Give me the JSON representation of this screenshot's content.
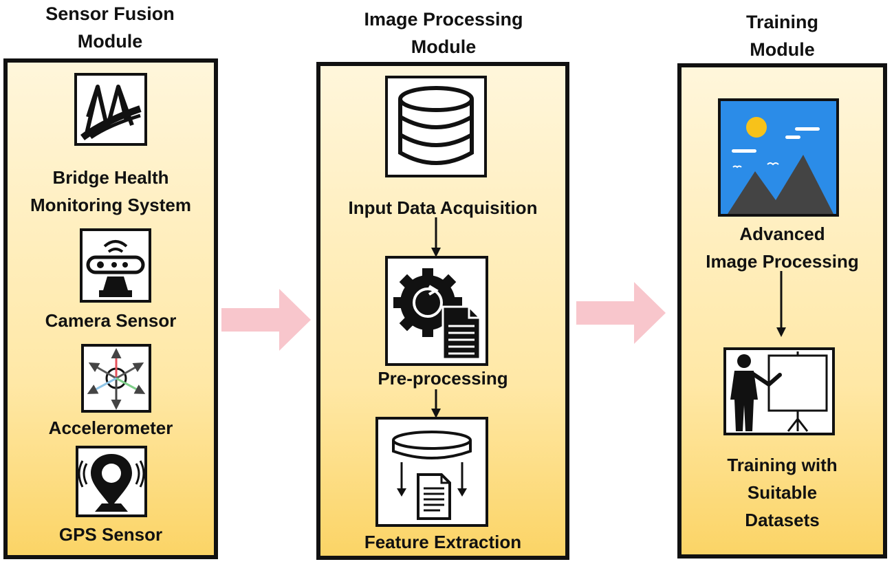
{
  "modules": [
    {
      "title_line1": "Sensor Fusion",
      "title_line2": "Module",
      "items": [
        {
          "label_line1": "Bridge Health",
          "label_line2": "Monitoring System",
          "icon": "bridge-icon"
        },
        {
          "label": "Camera Sensor",
          "icon": "camera-sensor-icon"
        },
        {
          "label": "Accelerometer",
          "icon": "accelerometer-icon"
        },
        {
          "label": "GPS Sensor",
          "icon": "gps-sensor-icon"
        }
      ]
    },
    {
      "title_line1": "Image Processing",
      "title_line2": "Module",
      "items": [
        {
          "label": "Input Data Acquisition",
          "icon": "database-icon"
        },
        {
          "label": "Pre-processing",
          "icon": "gear-document-icon"
        },
        {
          "label": "Feature Extraction",
          "icon": "data-extraction-icon"
        }
      ]
    },
    {
      "title_line1": "Training",
      "title_line2": "Module",
      "items": [
        {
          "label_line1": "Advanced",
          "label_line2": "Image Processing",
          "icon": "landscape-image-icon"
        },
        {
          "label_line1": "Training with",
          "label_line2": "Suitable",
          "label_line3": "Datasets",
          "icon": "presenter-board-icon"
        }
      ]
    }
  ],
  "colors": {
    "panel_border": "#111111",
    "panel_top": "#fff6db",
    "panel_bottom": "#fbd466",
    "flow_arrow": "#f8c6cc",
    "sky": "#2b8ce8",
    "sun": "#f7c21a",
    "mountain": "#444444"
  }
}
